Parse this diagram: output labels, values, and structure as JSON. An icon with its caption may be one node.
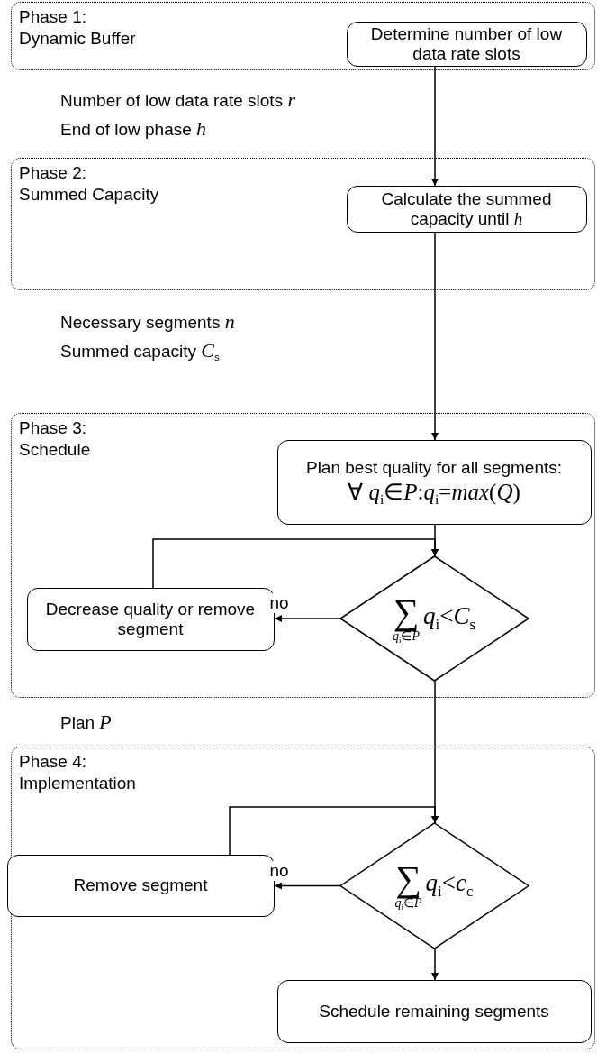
{
  "diagram": {
    "nodes": [
      {
        "text": [
          "Phase 1:",
          "Dynamic Buffer"
        ]
      },
      {
        "text": [
          "Determine number of low data rate slots"
        ],
        "in": 0
      },
      {
        "text": [
          "Phase 2:",
          "Summed Capacity"
        ]
      },
      {
        "text": [
          "Calculate the summed capacity until *h*"
        ],
        "in": 2
      },
      {
        "text": [
          "Phase 3:",
          "Schedule"
        ]
      },
      {
        "text": [
          "Plan best quality for all segments:",
          "∀ *q*$_{i}$∈*P*:*q*$_{i}$=*max*(*Q*)"
        ],
        "in": 4
      },
      {
        "text": [
          "∑",
          "*q*$_{i}$∈*P*",
          "*q*$_{i}$<*C*$_{s}$"
        ],
        "in": 4
      },
      {
        "text": [
          "Decrease quality or remove segment"
        ],
        "in": 4
      },
      {
        "text": [
          "Phase 4:",
          "Implementation"
        ]
      },
      {
        "text": [
          "∑",
          "*q*$_{i}$∈*P*",
          "*q*$_{i}$<*c*$_{c}$"
        ],
        "in": 8
      },
      {
        "text": [
          "Remove segment"
        ],
        "in": 8
      },
      {
        "text": [
          "Schedule remaining segments"
        ],
        "in": 8
      }
    ],
    "edges": [
      {
        "from": 1,
        "to": 3,
        "arrow": "to"
      },
      {
        "from": 3,
        "to": 5,
        "arrow": "to"
      },
      {
        "from": 5,
        "to": 6,
        "arrow": "to"
      },
      {
        "from": 6,
        "to": 7,
        "arrow": "to",
        "label": "no"
      },
      {
        "from": 7,
        "to": 6,
        "arrow": "to"
      },
      {
        "from": 6,
        "to": 9,
        "arrow": "to"
      },
      {
        "from": 9,
        "to": 10,
        "arrow": "to",
        "label": "no"
      },
      {
        "from": 10,
        "to": 9,
        "arrow": "to"
      },
      {
        "from": 9,
        "to": 11,
        "arrow": "to"
      }
    ],
    "labels": [
      "Number of low data rate slots *r*",
      "End of low phase *h*",
      "Necessary segments *n*",
      "Summed capacity *C*$_{s}$",
      "Plan *P*"
    ]
  }
}
